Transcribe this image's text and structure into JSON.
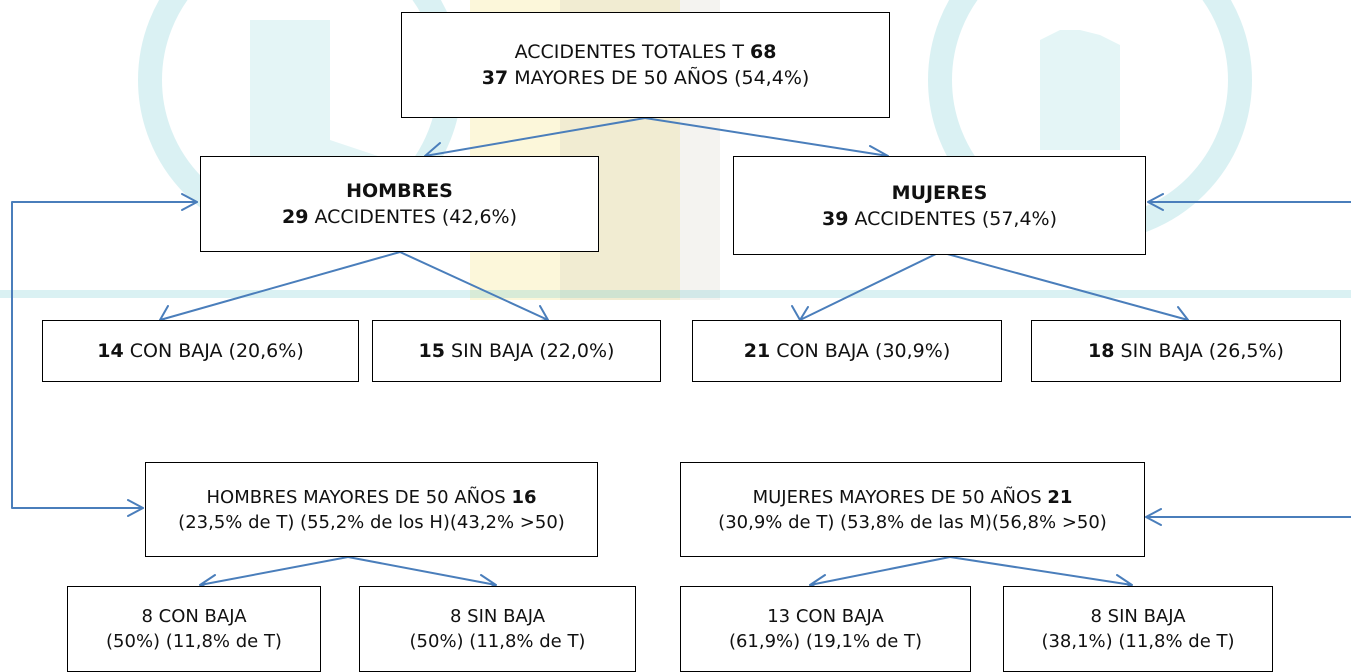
{
  "colors": {
    "arrow": "#4a7ebb",
    "border": "#000000",
    "watermark_teal": "#6cc7cf",
    "watermark_yellow": "#f6e27a",
    "watermark_gray": "#c9c2b6"
  },
  "nodes": {
    "total": {
      "line1_text": "ACCIDENTES TOTALES T ",
      "line1_num": "68",
      "line2_num": "37",
      "line2_text": " MAYORES DE 50 AÑOS (54,4%)"
    },
    "hombres": {
      "title": "HOMBRES",
      "num": "29",
      "text": " ACCIDENTES (42,6%)"
    },
    "mujeres": {
      "title": "MUJERES",
      "num": "39",
      "text": " ACCIDENTES (57,4%)"
    },
    "h_con": {
      "num": "14",
      "text": " CON BAJA (20,6%)"
    },
    "h_sin": {
      "num": "15",
      "text": " SIN BAJA (22,0%)"
    },
    "m_con": {
      "num": "21",
      "text": " CON BAJA (30,9%)"
    },
    "m_sin": {
      "num": "18",
      "text": " SIN BAJA (26,5%)"
    },
    "h50": {
      "line1_text": "HOMBRES MAYORES DE 50 AÑOS ",
      "line1_num": "16",
      "line2": "(23,5% de T) (55,2% de los H)(43,2% >50)"
    },
    "m50": {
      "line1_text": "MUJERES MAYORES DE 50 AÑOS ",
      "line1_num": "21",
      "line2": "(30,9% de T) (53,8% de las M)(56,8% >50)"
    },
    "h50_con": {
      "line1": "8 CON BAJA",
      "line2": "(50%) (11,8% de T)"
    },
    "h50_sin": {
      "line1": "8 SIN BAJA",
      "line2": "(50%) (11,8% de T)"
    },
    "m50_con": {
      "line1": "13 CON BAJA",
      "line2": "(61,9%) (19,1% de T)"
    },
    "m50_sin": {
      "line1": "8 SIN BAJA",
      "line2": "(38,1%) (11,8% de T)"
    }
  }
}
